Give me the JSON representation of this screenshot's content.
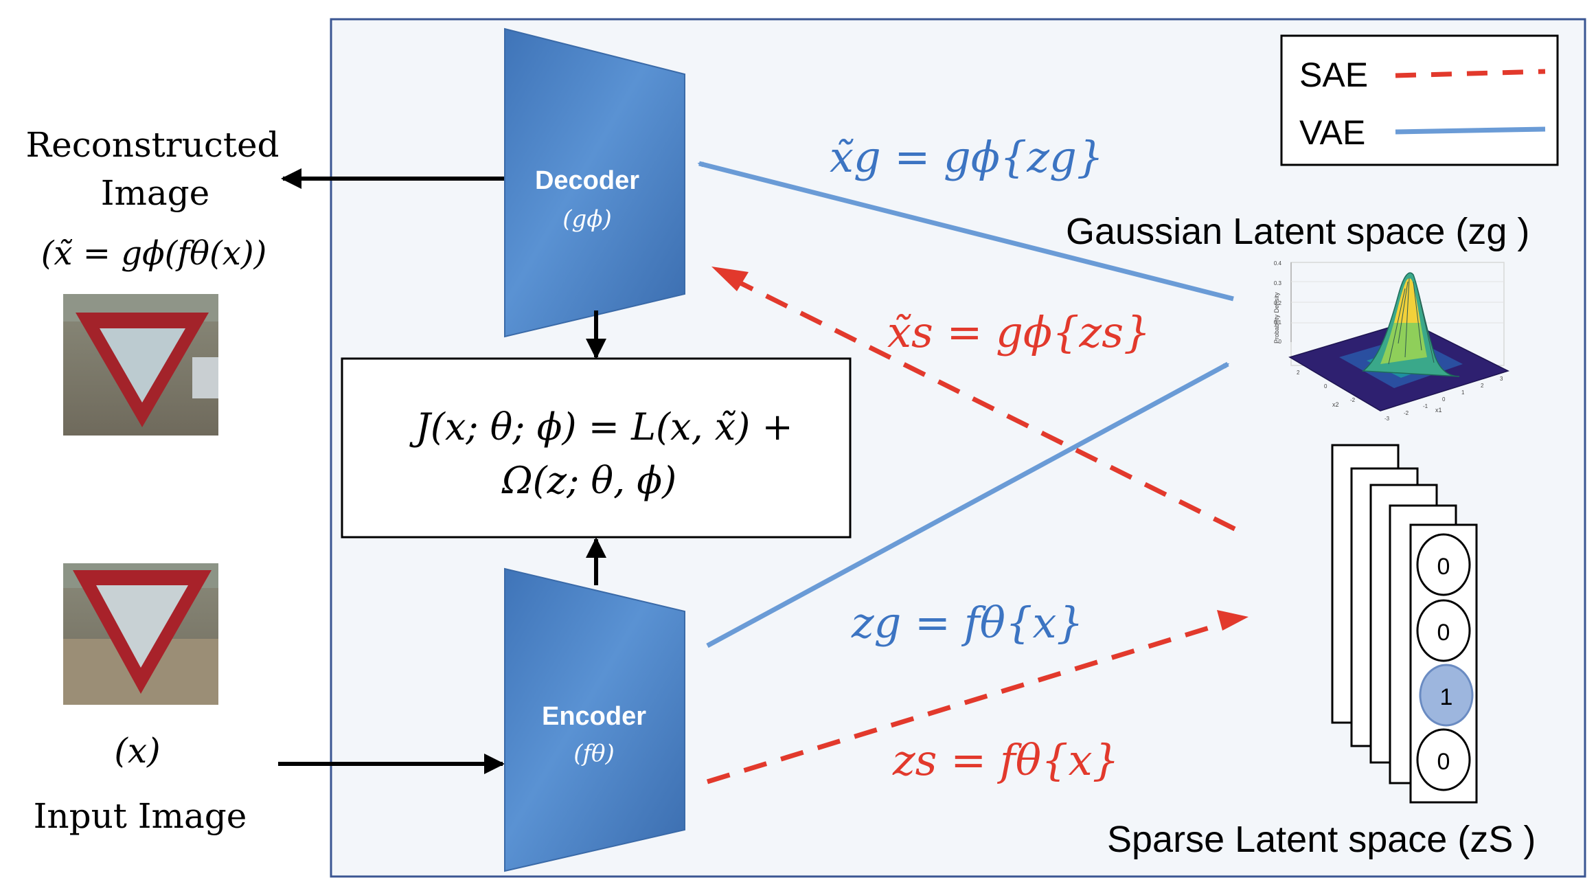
{
  "colors": {
    "vae_blue": "#6a9bd6",
    "vae_text": "#3c74c2",
    "sae_red": "#e2392c",
    "panel_bg": "#f3f6fa",
    "panel_border": "#3a5592",
    "block_blue": "#4a82c5"
  },
  "left": {
    "reconstructed_line1": "Reconstructed",
    "reconstructed_line2": "Image",
    "reconstructed_formula": "(x̃ = gϕ(fθ(x))",
    "input_symbol": "(x)",
    "input_label": "Input Image"
  },
  "decoder": {
    "label": "Decoder",
    "param": "(gϕ)"
  },
  "encoder": {
    "label": "Encoder",
    "param": "(fθ)"
  },
  "loss": {
    "line1": "J(x; θ; ϕ) =  L(x, x̃) +",
    "line2": "Ω(z; θ, ϕ)"
  },
  "equations": {
    "vae_decode": "x̃g = gϕ{zg}",
    "sae_decode": "x̃s = gϕ{zs}",
    "vae_encode": "zg = fθ{x}",
    "sae_encode": "zs = fθ{x}"
  },
  "legend": {
    "sae": "SAE",
    "vae": "VAE"
  },
  "gaussian": {
    "title": "Gaussian Latent space (zg )",
    "zlabel": "Probability Density",
    "xlabel": "x1",
    "ylabel": "x2",
    "ticks_z": [
      "0.4",
      "0.3",
      "0.2",
      "0.1",
      "0"
    ],
    "ticks_x": [
      "-3",
      "-2",
      "-1",
      "0",
      "1",
      "2",
      "3"
    ],
    "ticks_y": [
      "2",
      "0",
      "-2"
    ]
  },
  "sparse": {
    "title": "Sparse Latent space (zS )",
    "units": [
      "0",
      "0",
      "1",
      "0"
    ],
    "active_index": 2
  }
}
